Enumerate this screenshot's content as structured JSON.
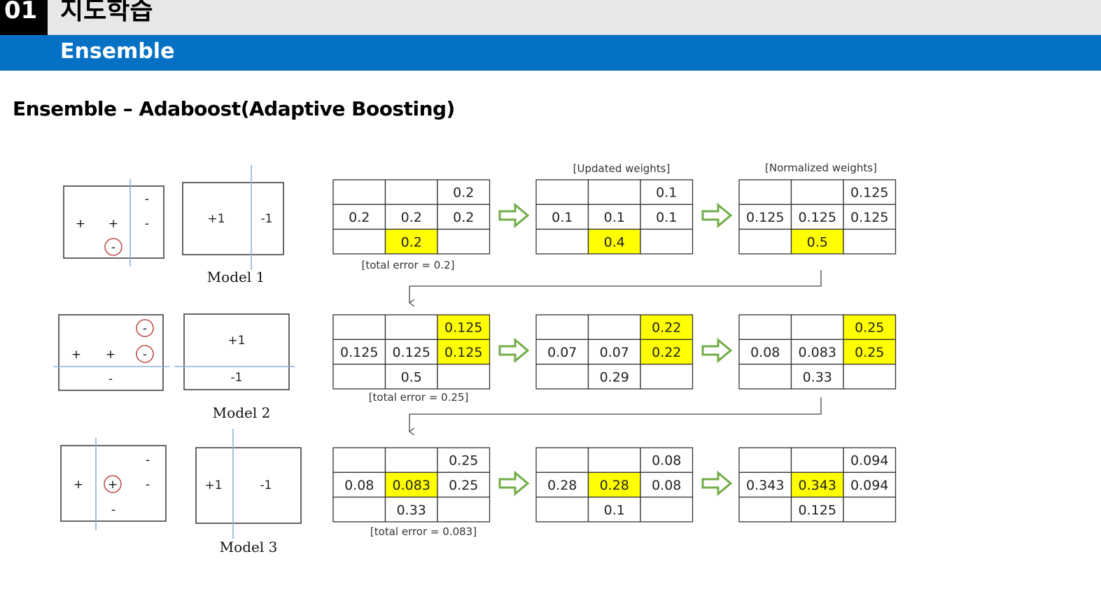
{
  "header": {
    "number": "01",
    "section": "지도학습",
    "subtitle": "Ensemble"
  },
  "heading": "Ensemble – Adaboost(Adaptive Boosting)",
  "colors": {
    "highlight": "#ffff00",
    "arrow": "#70ad47",
    "separator": "#8db3d8",
    "circle": "#c0504d",
    "blue": "#0471c4"
  },
  "models": [
    {
      "label": "Model 1",
      "sample_marks": [
        "+",
        "+",
        "-",
        "-",
        "-"
      ],
      "circled": [
        "-"
      ],
      "classifier_labels": [
        "+1",
        "-1"
      ]
    },
    {
      "label": "Model 2",
      "sample_marks": [
        "+",
        "+",
        "-",
        "-",
        "-"
      ],
      "circled": [
        "-",
        "-"
      ],
      "classifier_labels": [
        "+1",
        "-1"
      ]
    },
    {
      "label": "Model 3",
      "sample_marks": [
        "+",
        "+",
        "-",
        "-",
        "-"
      ],
      "circled": [
        "+"
      ],
      "classifier_labels": [
        "+1",
        "-1"
      ]
    }
  ],
  "table_titles": {
    "updated": "[Updated weights]",
    "normalized": "[Normalized weights]"
  },
  "rows": [
    {
      "error_caption": "[total error = 0.2]",
      "tables": [
        {
          "cells": [
            [
              "",
              "",
              "0.2"
            ],
            [
              "0.2",
              "0.2",
              "0.2"
            ],
            [
              "",
              "0.2",
              ""
            ]
          ],
          "highlight": [
            [
              2,
              1
            ]
          ]
        },
        {
          "cells": [
            [
              "",
              "",
              "0.1"
            ],
            [
              "0.1",
              "0.1",
              "0.1"
            ],
            [
              "",
              "0.4",
              ""
            ]
          ],
          "highlight": [
            [
              2,
              1
            ]
          ]
        },
        {
          "cells": [
            [
              "",
              "",
              "0.125"
            ],
            [
              "0.125",
              "0.125",
              "0.125"
            ],
            [
              "",
              "0.5",
              ""
            ]
          ],
          "highlight": [
            [
              2,
              1
            ]
          ]
        }
      ]
    },
    {
      "error_caption": "[total error = 0.25]",
      "tables": [
        {
          "cells": [
            [
              "",
              "",
              "0.125"
            ],
            [
              "0.125",
              "0.125",
              "0.125"
            ],
            [
              "",
              "0.5",
              ""
            ]
          ],
          "highlight": [
            [
              0,
              2
            ],
            [
              1,
              2
            ]
          ]
        },
        {
          "cells": [
            [
              "",
              "",
              "0.22"
            ],
            [
              "0.07",
              "0.07",
              "0.22"
            ],
            [
              "",
              "0.29",
              ""
            ]
          ],
          "highlight": [
            [
              0,
              2
            ],
            [
              1,
              2
            ]
          ]
        },
        {
          "cells": [
            [
              "",
              "",
              "0.25"
            ],
            [
              "0.08",
              "0.083",
              "0.25"
            ],
            [
              "",
              "0.33",
              ""
            ]
          ],
          "highlight": [
            [
              0,
              2
            ],
            [
              1,
              2
            ]
          ]
        }
      ]
    },
    {
      "error_caption": "[total error = 0.083]",
      "tables": [
        {
          "cells": [
            [
              "",
              "",
              "0.25"
            ],
            [
              "0.08",
              "0.083",
              "0.25"
            ],
            [
              "",
              "0.33",
              ""
            ]
          ],
          "highlight": [
            [
              1,
              1
            ]
          ]
        },
        {
          "cells": [
            [
              "",
              "",
              "0.08"
            ],
            [
              "0.28",
              "0.28",
              "0.08"
            ],
            [
              "",
              "0.1",
              ""
            ]
          ],
          "highlight": [
            [
              1,
              1
            ]
          ]
        },
        {
          "cells": [
            [
              "",
              "",
              "0.094"
            ],
            [
              "0.343",
              "0.343",
              "0.094"
            ],
            [
              "",
              "0.125",
              ""
            ]
          ],
          "highlight": [
            [
              1,
              1
            ]
          ]
        }
      ]
    }
  ]
}
